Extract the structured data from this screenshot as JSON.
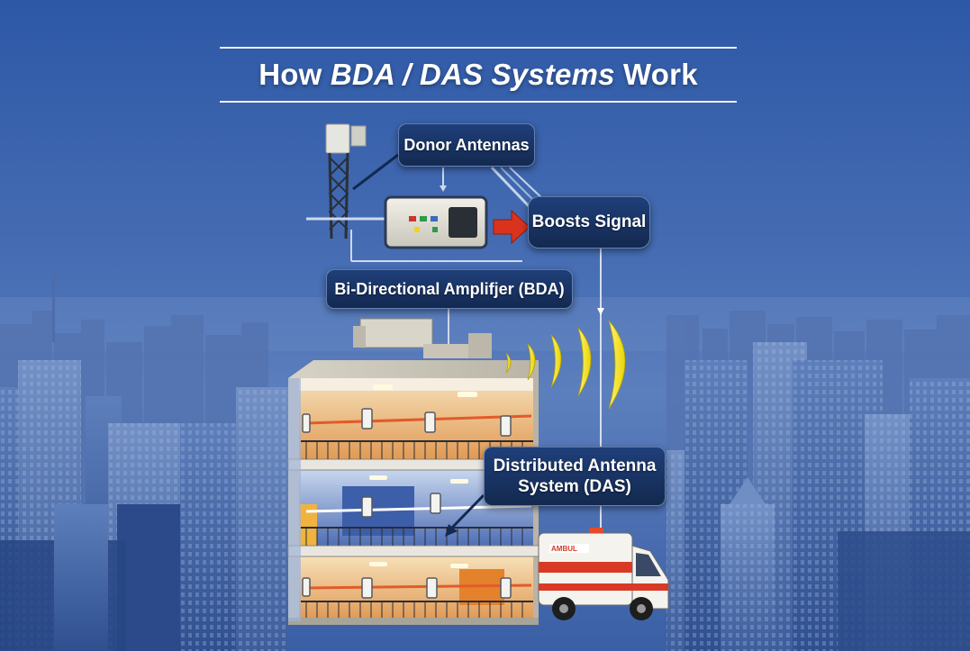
{
  "title": {
    "part1": "How ",
    "part2": "BDA / DAS Systems",
    "part3": " Work"
  },
  "labels": {
    "donor_antennas": "Donor Antennas",
    "boosts_signal": "Boosts Signal",
    "bda": "Bi-Directional Amplifjer (BDA)",
    "das_line1": "Distributed Antenna",
    "das_line2": "System (DAS)"
  },
  "ambulance_text": "AMBUL",
  "colors": {
    "callout_bg": "#13294f",
    "signal_wave": "#f2e21a",
    "arrow_red": "#d9331e",
    "background_blue": "#3a64ad"
  }
}
